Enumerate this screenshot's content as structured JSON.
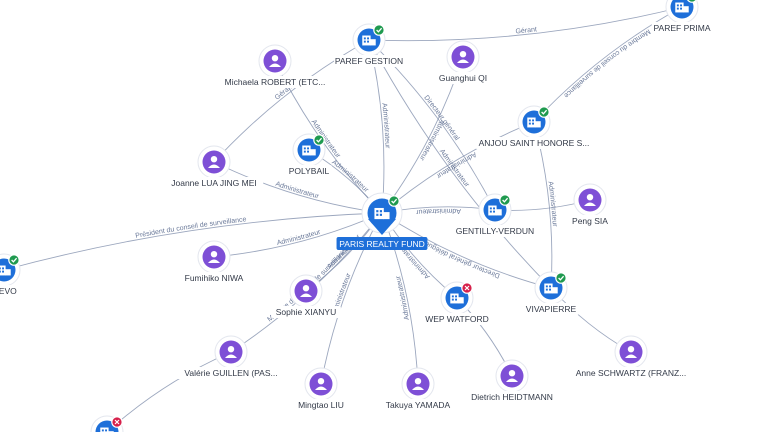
{
  "center": {
    "label": "PARIS REALTY FUND",
    "icon": "building-icon",
    "status": "active-check"
  },
  "nodes": [
    {
      "id": "paref-gestion",
      "type": "company",
      "label": "PAREF GESTION",
      "status": "active-check"
    },
    {
      "id": "paref-prima",
      "type": "company",
      "label": "PAREF PRIMA",
      "status": "active-check"
    },
    {
      "id": "michaela",
      "type": "person",
      "label": "Michaela ROBERT (ETC..."
    },
    {
      "id": "guanghui",
      "type": "person",
      "label": "Guanghui QI"
    },
    {
      "id": "anjou",
      "type": "company",
      "label": "ANJOU SAINT HONORE S...",
      "status": "active-check"
    },
    {
      "id": "polybail",
      "type": "company",
      "label": "POLYBAIL",
      "status": "active-check"
    },
    {
      "id": "joanne",
      "type": "person",
      "label": "Joanne LUA JING MEI"
    },
    {
      "id": "gentilly",
      "type": "company",
      "label": "GENTILLY-VERDUN",
      "status": "active-check"
    },
    {
      "id": "peng",
      "type": "person",
      "label": "Peng SIA"
    },
    {
      "id": "evo",
      "type": "company",
      "label": "F EVO",
      "status": "active-check"
    },
    {
      "id": "fumihiko",
      "type": "person",
      "label": "Fumihiko NIWA"
    },
    {
      "id": "vivapierre",
      "type": "company",
      "label": "VIVAPIERRE",
      "status": "active-check"
    },
    {
      "id": "sophie",
      "type": "person",
      "label": "Sophie XIANYU"
    },
    {
      "id": "wep",
      "type": "company",
      "label": "WEP WATFORD",
      "status": "closed-x"
    },
    {
      "id": "anne",
      "type": "person",
      "label": "Anne SCHWARTZ (FRANZ..."
    },
    {
      "id": "valerie",
      "type": "person",
      "label": "Valérie GUILLEN (PAS..."
    },
    {
      "id": "mingtao",
      "type": "person",
      "label": "Mingtao LIU"
    },
    {
      "id": "takuya",
      "type": "person",
      "label": "Takuya YAMADA"
    },
    {
      "id": "dietrich",
      "type": "person",
      "label": "Dietrich HEIDTMANN"
    },
    {
      "id": "bottom-left",
      "type": "company",
      "label": "",
      "status": "closed-x"
    }
  ],
  "edges": [
    {
      "from": "paref-gestion",
      "to": "paref-prima",
      "label": "Gérant"
    },
    {
      "from": "paref-gestion",
      "to": "center",
      "label": "Administrateur"
    },
    {
      "from": "michaela",
      "to": "center",
      "label": "Administrateur"
    },
    {
      "from": "guanghui",
      "to": "center",
      "label": "Administrateur"
    },
    {
      "from": "anjou",
      "to": "center",
      "label": "Administrateur"
    },
    {
      "from": "polybail",
      "to": "center",
      "label": "Administrateur"
    },
    {
      "from": "joanne",
      "to": "center",
      "label": "Administrateur"
    },
    {
      "from": "joanne",
      "to": "paref-gestion",
      "label": "Gérant"
    },
    {
      "from": "gentilly",
      "to": "center",
      "label": "Administrateur"
    },
    {
      "from": "evo",
      "to": "center",
      "label": "Président du conseil de surveillance"
    },
    {
      "from": "fumihiko",
      "to": "center",
      "label": "Administrateur"
    },
    {
      "from": "vivapierre",
      "to": "center",
      "label": "Directeur général délégué"
    },
    {
      "from": "sophie",
      "to": "center",
      "label": "Administrateur"
    },
    {
      "from": "wep",
      "to": "center",
      "label": "Administrateur"
    },
    {
      "from": "valerie",
      "to": "center",
      "label": "Membre du conseil de surveillance"
    },
    {
      "from": "mingtao",
      "to": "center",
      "label": "Administrateur"
    },
    {
      "from": "takuya",
      "to": "center",
      "label": "Administrateur"
    },
    {
      "from": "paref-gestion",
      "to": "gentilly",
      "label": "Directeur général"
    },
    {
      "from": "paref-gestion",
      "to": "vivapierre",
      "label": "Administrateur"
    },
    {
      "from": "anjou",
      "to": "vivapierre",
      "label": "Administrateur"
    },
    {
      "from": "paref-prima",
      "to": "anjou",
      "label": "Membre du conseil de surveillance"
    },
    {
      "from": "peng",
      "to": "gentilly",
      "label": ""
    },
    {
      "from": "dietrich",
      "to": "wep",
      "label": ""
    },
    {
      "from": "anne",
      "to": "vivapierre",
      "label": ""
    },
    {
      "from": "valerie",
      "to": "bottom-left",
      "label": ""
    }
  ]
}
